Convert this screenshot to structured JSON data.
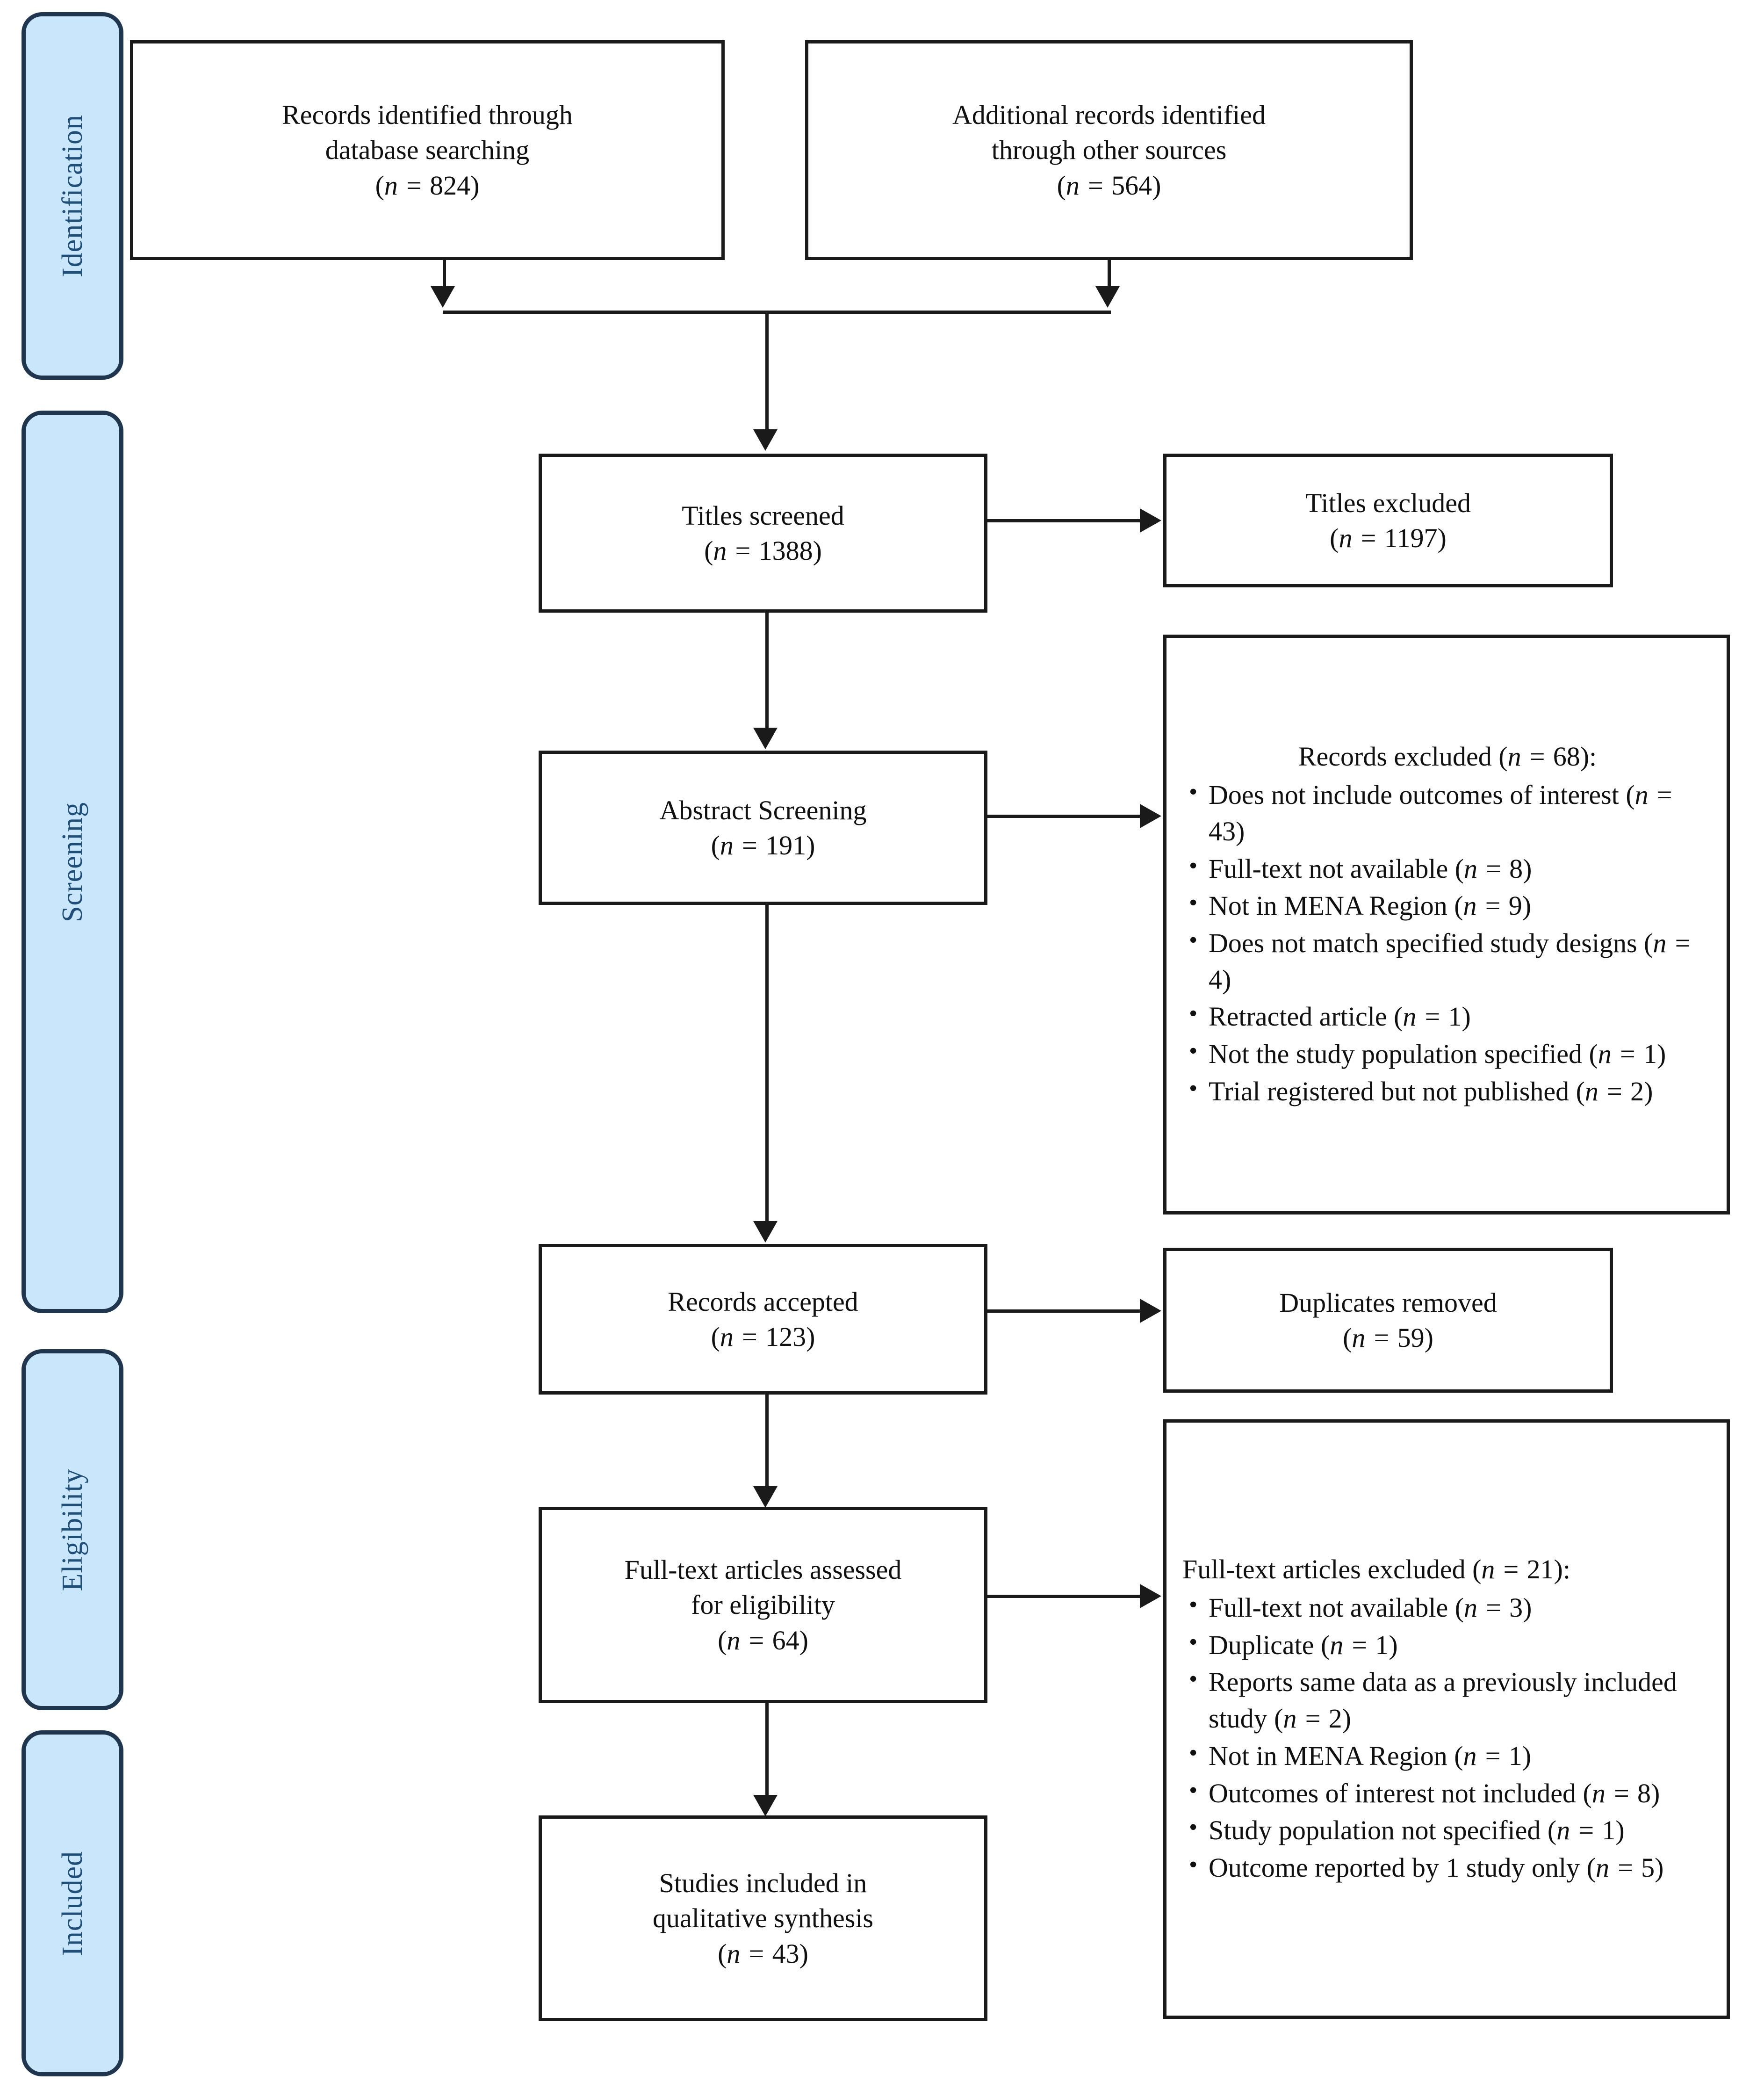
{
  "diagram": {
    "title": "PRISMA study selection flow diagram",
    "colors": {
      "stage_fill": "#c9e6fa",
      "stage_border": "#20364f",
      "stage_text": "#1f4e79",
      "box_border": "#1a1a1a",
      "box_fill": "#ffffff"
    }
  },
  "stages": [
    {
      "key": "identification",
      "label": "Identification"
    },
    {
      "key": "screening",
      "label": "Screening"
    },
    {
      "key": "eligibility",
      "label": "Eligibility"
    },
    {
      "key": "included",
      "label": "Included"
    }
  ],
  "nodes": {
    "db_search": {
      "line1": "Records identified through",
      "line2": "database searching",
      "count_prefix": "(",
      "count_n": "n",
      "count_eq": " = ",
      "count_value": "824",
      "count_suffix": ")",
      "count_text": "(n = 824)"
    },
    "other_sources": {
      "line1": "Additional records identified",
      "line2": "through other sources",
      "count_value": "564",
      "count_text": "(n = 564)"
    },
    "titles_screened": {
      "line1": "Titles screened",
      "count_value": "1388",
      "count_text": "(n = 1388)"
    },
    "titles_excluded": {
      "line1": "Titles excluded",
      "count_value": "1197",
      "count_text": "(n = 1197)"
    },
    "abstract_screening": {
      "line1": "Abstract Screening",
      "count_value": "191",
      "count_text": "(n = 191)"
    },
    "records_accepted": {
      "line1": "Records accepted",
      "count_value": "123",
      "count_text": "(n = 123)"
    },
    "duplicates_removed": {
      "line1": "Duplicates removed",
      "count_value": "59",
      "count_text": "(n = 59)"
    },
    "fulltext_assessed": {
      "line1": "Full-text articles assessed",
      "line2": "for eligibility",
      "count_value": "64",
      "count_text": "(n = 64)"
    },
    "studies_included": {
      "line1": "Studies included in",
      "line2": "qualitative synthesis",
      "count_value": "43",
      "count_text": "(n = 43)"
    }
  },
  "records_excluded": {
    "header": "Records excluded (n = 68):",
    "header_value": "68",
    "items": [
      {
        "text": "Does not include outcomes of interest (n = 43)",
        "value": "43"
      },
      {
        "text": "Full-text not available (n = 8)",
        "value": "8"
      },
      {
        "text": "Not in MENA Region (n = 9)",
        "value": "9"
      },
      {
        "text": "Does not match specified study designs (n = 4)",
        "value": "4"
      },
      {
        "text": "Retracted article (n = 1)",
        "value": "1"
      },
      {
        "text": "Not the study population specified (n = 1)",
        "value": "1"
      },
      {
        "text": "Trial registered but not published (n = 2)",
        "value": "2"
      }
    ]
  },
  "fulltext_excluded": {
    "header": "Full-text articles excluded (n = 21):",
    "header_value": "21",
    "items": [
      {
        "text": "Full-text not available (n = 3)",
        "value": "3"
      },
      {
        "text": "Duplicate (n = 1)",
        "value": "1"
      },
      {
        "text": "Reports same data as a previously included study (n = 2)",
        "value": "2"
      },
      {
        "text": "Not in MENA Region (n = 1)",
        "value": "1"
      },
      {
        "text": "Outcomes of interest not included (n = 8)",
        "value": "8"
      },
      {
        "text": "Study population not specified (n = 1)",
        "value": "1"
      },
      {
        "text": "Outcome reported by 1 study only (n = 5)",
        "value": "5"
      }
    ]
  }
}
